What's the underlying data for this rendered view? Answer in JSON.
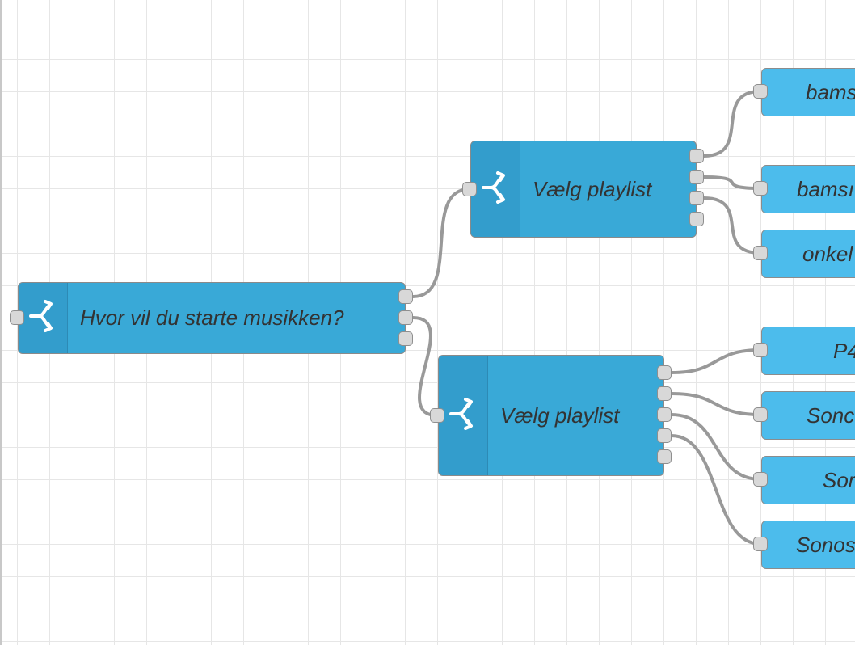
{
  "canvas": {
    "grid_color": "#e6e6e6",
    "wire_color": "#999999"
  },
  "colors": {
    "switch_node": "#39a9d7",
    "switch_icon_area": "#339dcc",
    "output_node": "#4cbcec",
    "port": "#d8d8d8"
  },
  "nodes": {
    "main_switch": {
      "label": "Hvor vil du starte musikken?",
      "icon": "switch-icon"
    },
    "playlist_switch_1": {
      "label": "Vælg playlist",
      "icon": "switch-icon"
    },
    "playlist_switch_2": {
      "label": "Vælg playlist",
      "icon": "switch-icon"
    },
    "outputs": [
      {
        "label": "bams"
      },
      {
        "label": "bamsı"
      },
      {
        "label": "onkel"
      },
      {
        "label": "P4"
      },
      {
        "label": "Sonc"
      },
      {
        "label": "Sor"
      },
      {
        "label": "Sonos"
      }
    ]
  }
}
